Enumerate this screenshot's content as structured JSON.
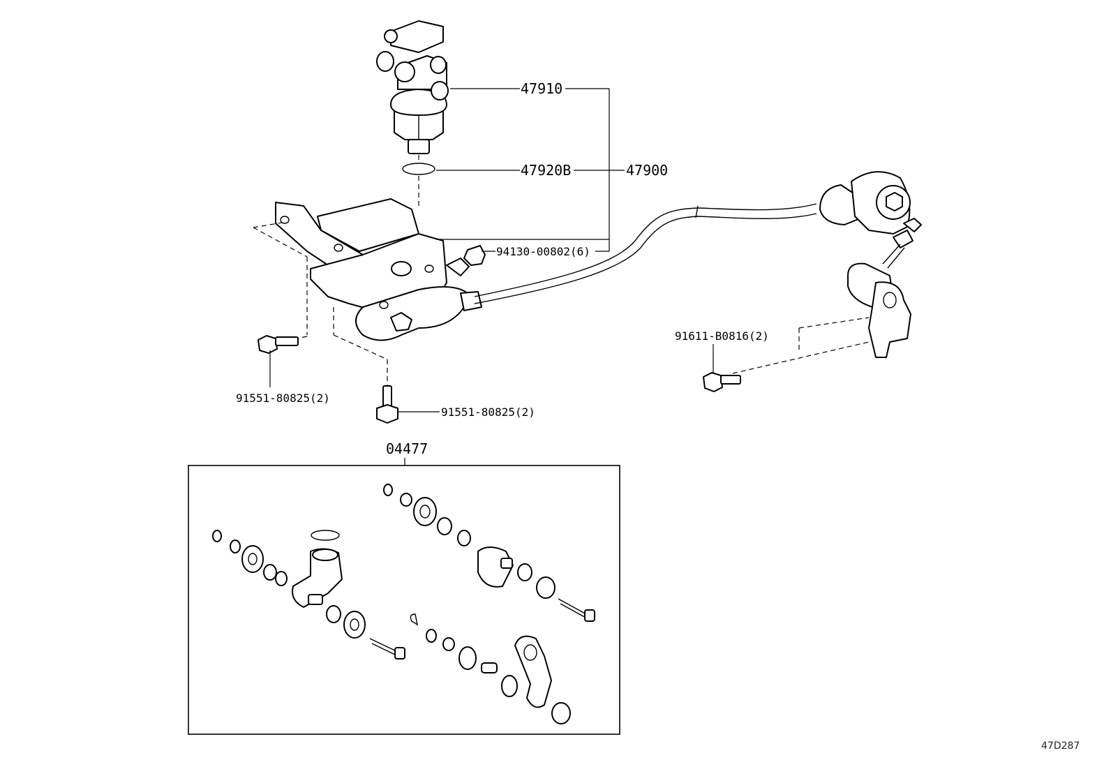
{
  "labels": {
    "sensor_valve": "47910",
    "o_ring": "47920B",
    "assembly": "47900",
    "nut": "94130-00802(6)",
    "bolt_right": "91611-B0816(2)",
    "bolt_left": "91551-80825(2)",
    "bolt_bottom": "91551-80825(2)",
    "kit": "04477",
    "diagram_code": "47D287"
  },
  "icons": {
    "sensor_valve": "valve-body-icon",
    "bracket": "bracket-icon",
    "link_arm": "link-arm-icon",
    "bolt": "bolt-icon",
    "kit_parts": "repair-kit-parts-icon"
  }
}
